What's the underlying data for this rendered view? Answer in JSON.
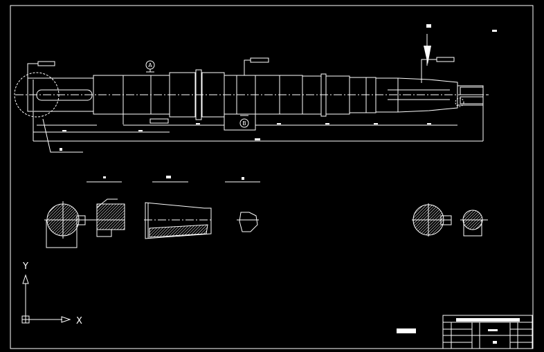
{
  "drawing": {
    "background": "#000000",
    "line_color": "#ffffff",
    "section_markers": [
      "A",
      "B"
    ],
    "ucs": {
      "x_label": "X",
      "y_label": "Y"
    }
  }
}
